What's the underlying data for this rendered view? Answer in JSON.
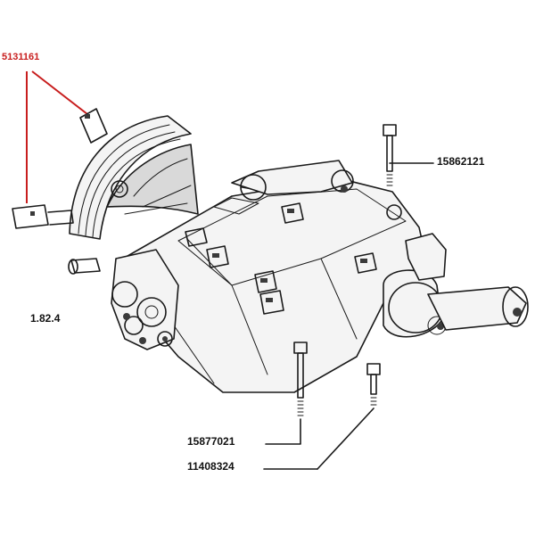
{
  "callouts": {
    "selector_part": "5131161",
    "bolt_top_right": "15862121",
    "bolt_bottom_left": "15877021",
    "bolt_bottom_right": "11408324",
    "view_reference": "1.82.4"
  },
  "colors": {
    "highlight": "#c81e1e",
    "ink": "#1a1a1a",
    "paper": "#ffffff"
  }
}
